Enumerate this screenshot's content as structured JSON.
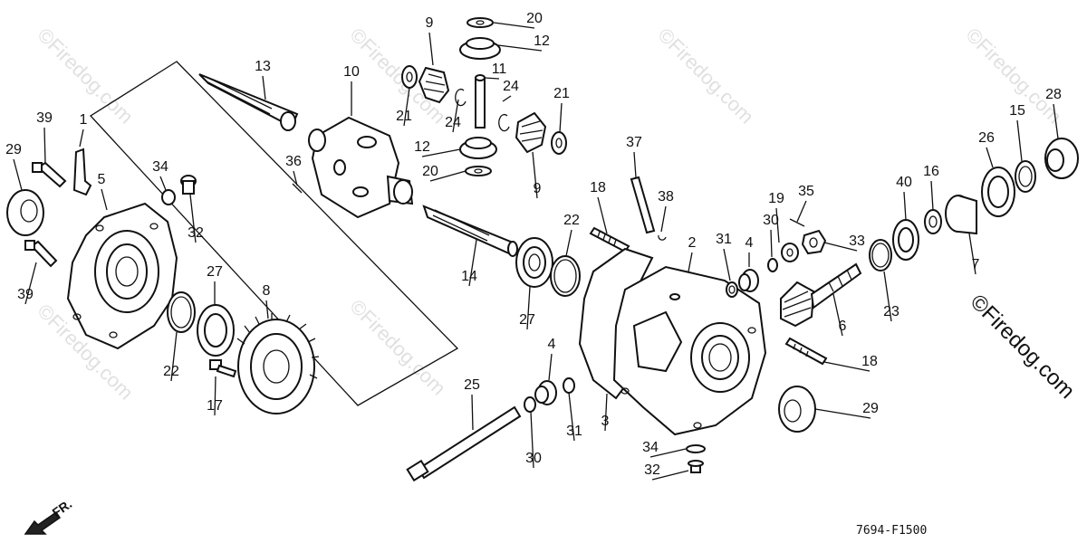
{
  "diagram": {
    "drawing_code": "7694-F1500",
    "front_marker": "FR.",
    "watermark": "©Firedog.com",
    "callouts": [
      "1",
      "2",
      "3",
      "4",
      "4",
      "5",
      "6",
      "7",
      "8",
      "9",
      "9",
      "10",
      "11",
      "12",
      "12",
      "13",
      "14",
      "15",
      "16",
      "17",
      "18",
      "18",
      "19",
      "20",
      "20",
      "21",
      "21",
      "22",
      "22",
      "23",
      "24",
      "24",
      "25",
      "26",
      "27",
      "27",
      "28",
      "29",
      "29",
      "30",
      "30",
      "31",
      "31",
      "32",
      "32",
      "33",
      "34",
      "34",
      "35",
      "36",
      "37",
      "38",
      "39",
      "39",
      "40"
    ]
  }
}
